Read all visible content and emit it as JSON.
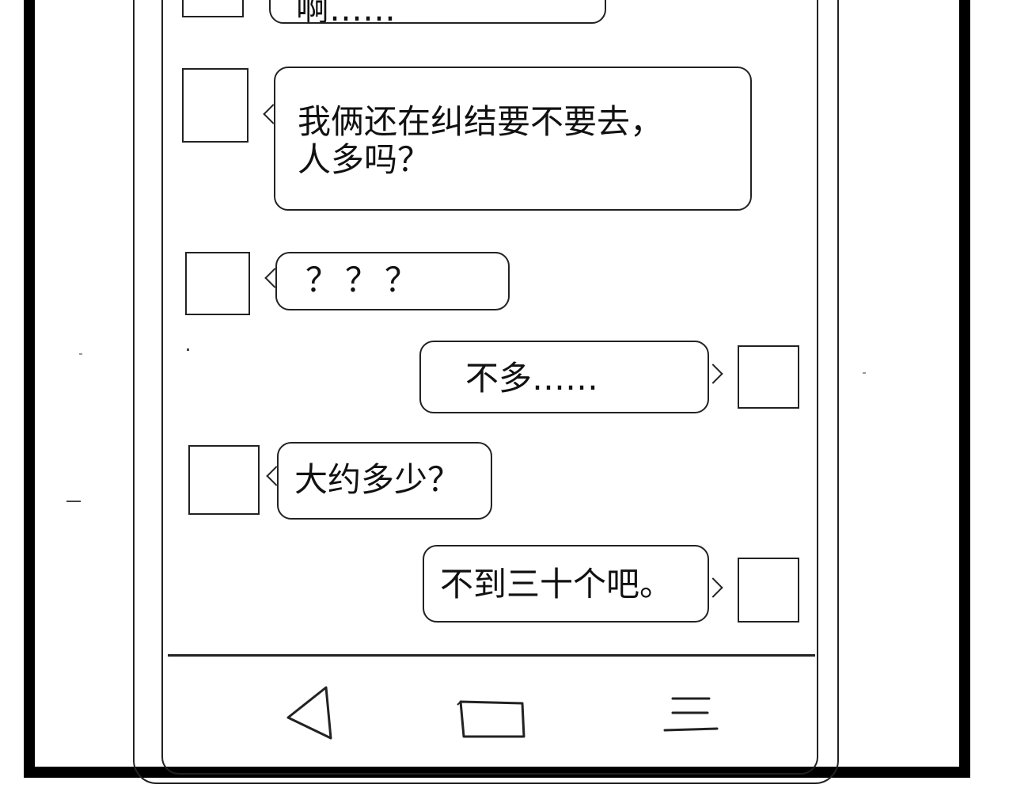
{
  "chat": {
    "top_partial": "别再看见然后来啊……",
    "messages": [
      {
        "side": "left",
        "text": "我俩还在纠结要不要去，\n人多吗？"
      },
      {
        "side": "left",
        "text": "？？？"
      },
      {
        "side": "right",
        "text": "不多……"
      },
      {
        "side": "left",
        "text": "大约多少？"
      },
      {
        "side": "right",
        "text": "不到三十个吧。"
      }
    ]
  },
  "navbar": {
    "back": "back-icon",
    "home": "home-icon",
    "menu": "menu-icon"
  },
  "colors": {
    "ink": "#222222",
    "paper": "#ffffff",
    "frame": "#000000"
  }
}
